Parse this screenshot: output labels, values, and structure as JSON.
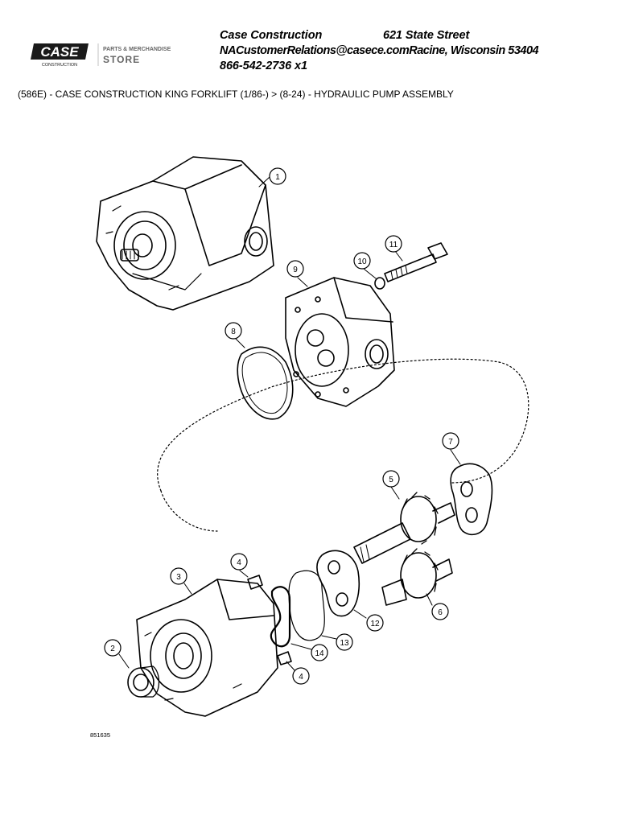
{
  "logo": {
    "brand": "CASE",
    "brand_sub": "CONSTRUCTION",
    "store_line1": "PARTS & MERCHANDISE",
    "store_line2": "STORE"
  },
  "header": {
    "company": "Case Construction",
    "street": "621 State Street",
    "email_city": "NACustomerRelations@casece.comRacine, Wisconsin 53404",
    "phone": "866-542-2736 x1"
  },
  "breadcrumb": "(586E) - CASE CONSTRUCTION KING FORKLIFT (1/86-) > (8-24) - HYDRAULIC PUMP ASSEMBLY",
  "figure_number": "851635",
  "callouts": [
    "1",
    "2",
    "3",
    "4",
    "4",
    "5",
    "6",
    "7",
    "8",
    "9",
    "10",
    "11",
    "12",
    "13",
    "14"
  ]
}
